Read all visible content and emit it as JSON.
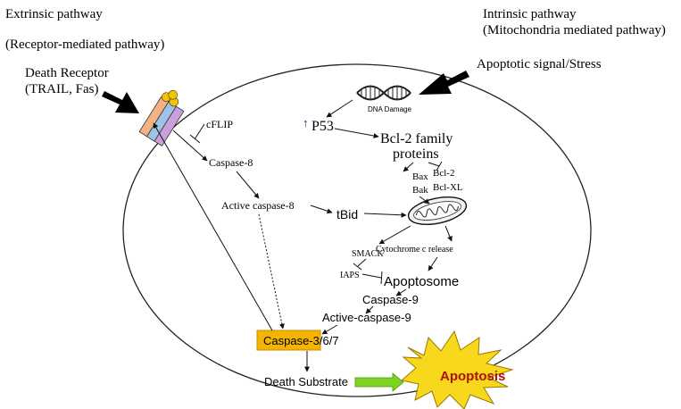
{
  "extrinsic": {
    "title": "Extrinsic pathway",
    "subtitle": "(Receptor-mediated pathway)",
    "receptor_label": "Death Receptor",
    "receptor_examples": "(TRAIL, Fas)"
  },
  "intrinsic": {
    "title": "Intrinsic pathway",
    "subtitle": "(Mitochondria mediated pathway)",
    "signal_label": "Apoptotic signal/Stress",
    "dna_damage": "DNA Damage"
  },
  "nodes": {
    "p53": "P53",
    "p53_up_arrow": "↑",
    "bcl2_family_line1": "Bcl-2 family",
    "bcl2_family_line2": "proteins",
    "bax": "Bax",
    "bak": "Bak",
    "bcl2": "Bcl-2",
    "bclxl": "Bcl-XL",
    "cflip": "cFLIP",
    "caspase8": "Caspase-8",
    "active_caspase8": "Active caspase-8",
    "tbid": "tBid",
    "smack": "SMACK",
    "cytochrome": "Cytochrome c release",
    "iaps": "IAPS",
    "apoptosome": "Apoptosome",
    "caspase9": "Caspase-9",
    "active_caspase9": "Active-caspase-9",
    "caspase367": "Caspase-3/6/7",
    "death_substrate": "Death Substrate",
    "apoptosis": "Apoptosis"
  },
  "colors": {
    "caspase_box": "#f5b400",
    "green_arrow": "#7ed321",
    "burst_fill": "#f8d81c",
    "burst_stroke": "#9a7a00",
    "up_arrow": "#1a237e"
  }
}
